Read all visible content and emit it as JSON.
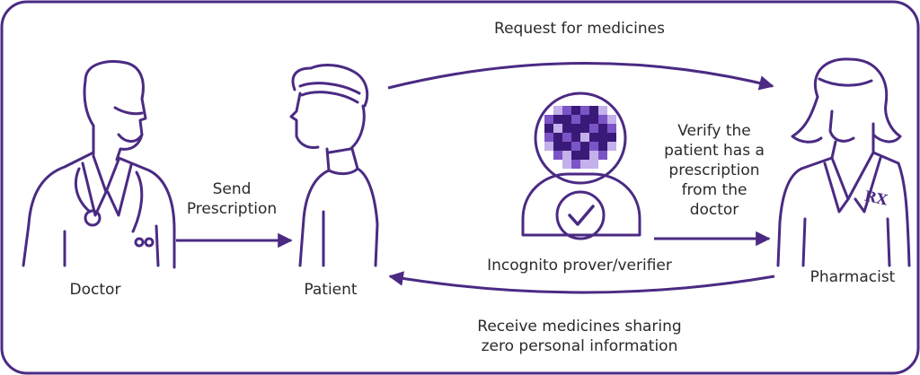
{
  "actors": {
    "doctor": "Doctor",
    "patient": "Patient",
    "pharmacist": "Pharmacist",
    "verifier": "Incognito prover/verifier"
  },
  "flows": {
    "send_prescription_line1": "Send",
    "send_prescription_line2": "Prescription",
    "request": "Request for medicines",
    "verify_line1": "Verify the",
    "verify_line2": "patient has a",
    "verify_line3": "prescription",
    "verify_line4": "from the",
    "verify_line5": "doctor",
    "receive_line1": "Receive medicines sharing",
    "receive_line2": "zero personal information"
  },
  "icons": {
    "prescription_badge": "RX"
  },
  "colors": {
    "accent": "#4b2a83",
    "pixel_dark": "#3a1a78",
    "pixel_mid": "#7b55c6",
    "pixel_light": "#c4b0ea",
    "text": "#2a2a2a"
  }
}
